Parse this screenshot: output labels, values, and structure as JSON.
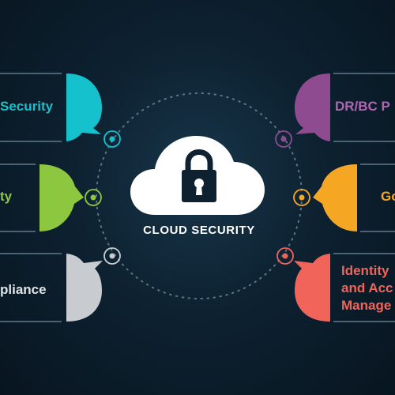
{
  "center": {
    "label": "CLOUD SECURITY",
    "icon": "padlock-icon"
  },
  "colors": {
    "background": "#0d2130",
    "cyan": "#14c1cc",
    "green": "#8dc63f",
    "gray": "#c8ccd0",
    "purple": "#8e4b8f",
    "orange": "#f5a623",
    "red": "#f0645a",
    "cloud": "#ffffff",
    "lock": "#0d2130"
  },
  "left_items": [
    {
      "label": "Security",
      "color": "#14c1cc"
    },
    {
      "label": "ty",
      "color": "#8dc63f"
    },
    {
      "label": "pliance",
      "color": "#c8ccd0"
    }
  ],
  "right_items": [
    {
      "label": "DR/BC P",
      "color": "#8e4b8f"
    },
    {
      "label": "Go",
      "color": "#f5a623"
    },
    {
      "line1": "Identity",
      "line2": "and Acc",
      "line3": "Manage",
      "color": "#f0645a"
    }
  ]
}
